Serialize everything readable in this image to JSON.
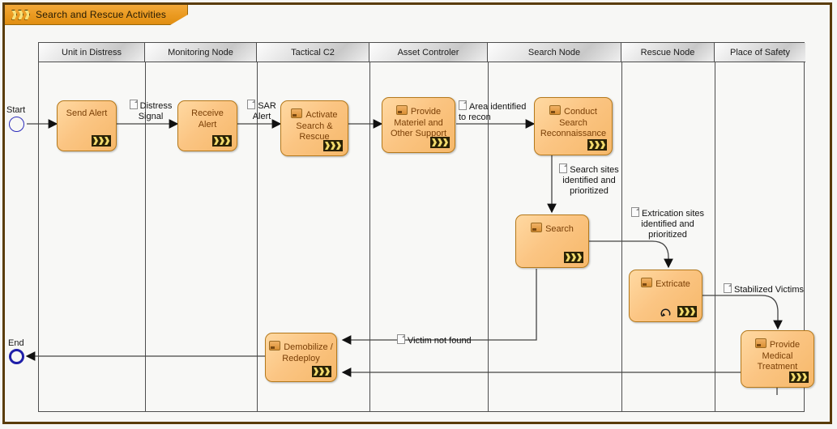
{
  "diagram": {
    "title": "Search and Rescue Activities",
    "title_icon": "chevrons-icon",
    "colors": {
      "tab": "#eb9b22",
      "frame": "#5a3c09",
      "activity_fill": "#fbc583",
      "activity_border": "#b5791b",
      "activity_text": "#7a3f06",
      "node_border": "#2d2dbb",
      "lane_header": "#dcdcdc"
    }
  },
  "lanes": [
    {
      "label": "Unit in Distress"
    },
    {
      "label": "Monitoring Node"
    },
    {
      "label": "Tactical C2"
    },
    {
      "label": "Asset Controler"
    },
    {
      "label": "Search Node"
    },
    {
      "label": "Rescue Node"
    },
    {
      "label": "Place of Safety"
    }
  ],
  "nodes": {
    "start": {
      "label": "Start"
    },
    "end": {
      "label": "End"
    }
  },
  "activities": [
    {
      "id": "send-alert",
      "label": "Send Alert",
      "lane": "Unit in Distress",
      "has_mini_icon": false,
      "has_loop": false
    },
    {
      "id": "receive-alert",
      "label": "Receive Alert",
      "lane": "Monitoring Node",
      "has_mini_icon": false,
      "has_loop": false
    },
    {
      "id": "activate-sar",
      "label": "Activate Search & Rescue",
      "lane": "Tactical C2",
      "has_mini_icon": true,
      "has_loop": false
    },
    {
      "id": "provide-materiel",
      "label": "Provide Materiel and Other Support",
      "lane": "Asset Controler",
      "has_mini_icon": true,
      "has_loop": false
    },
    {
      "id": "conduct-recon",
      "label": "Conduct Search Reconnaissance",
      "lane": "Search Node",
      "has_mini_icon": true,
      "has_loop": false
    },
    {
      "id": "search",
      "label": "Search",
      "lane": "Search Node",
      "has_mini_icon": true,
      "has_loop": false
    },
    {
      "id": "extricate",
      "label": "Extricate",
      "lane": "Rescue Node",
      "has_mini_icon": true,
      "has_loop": true
    },
    {
      "id": "provide-medical",
      "label": "Provide Medical Treatment",
      "lane": "Place of Safety",
      "has_mini_icon": true,
      "has_loop": false
    },
    {
      "id": "demobilize",
      "label": "Demobilize / Redeploy",
      "lane": "Tactical C2",
      "has_mini_icon": true,
      "has_loop": false
    }
  ],
  "flow_labels": [
    {
      "id": "distress-signal",
      "text": "Distress Signal"
    },
    {
      "id": "sar-alert",
      "text": "SAR Alert"
    },
    {
      "id": "area-recon",
      "text": "Area identified to recon"
    },
    {
      "id": "search-sites",
      "text": "Search sites identified and prioritized"
    },
    {
      "id": "extrication-sites",
      "text": "Extrication sites identified and prioritized"
    },
    {
      "id": "stabilized",
      "text": "Stabilized Victims"
    },
    {
      "id": "victim-not-found",
      "text": "Victim not found"
    }
  ]
}
